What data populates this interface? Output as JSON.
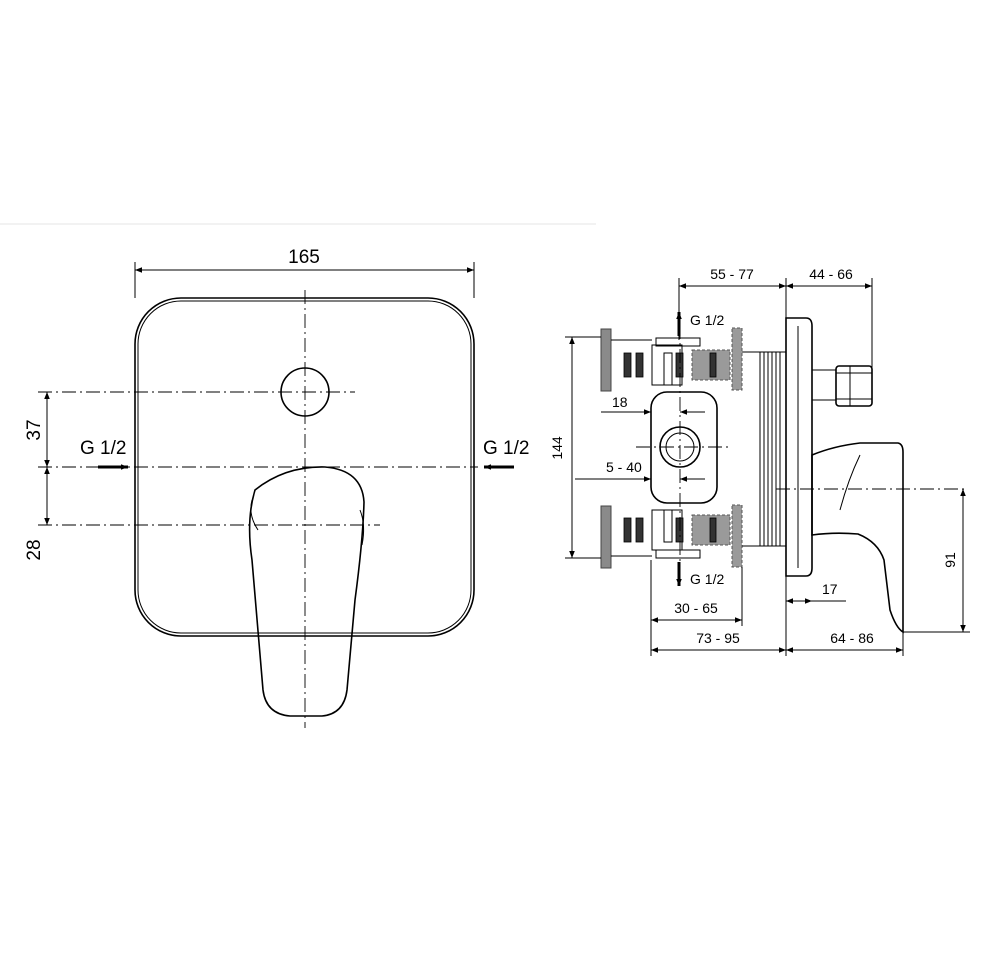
{
  "front_view": {
    "width_label": "165",
    "dim_upper_label": "37",
    "dim_lower_label": "28",
    "inlet_left_label": "G 1/2",
    "inlet_right_label": "G 1/2"
  },
  "side_view": {
    "dim_top_left": "55 - 77",
    "dim_top_right": "44 - 66",
    "outlet_top_label": "G 1/2",
    "outlet_bottom_label": "G 1/2",
    "dim_height": "144",
    "dim_18": "18",
    "dim_5_40": "5 - 40",
    "dim_30_65": "30 - 65",
    "dim_73_95": "73 - 95",
    "dim_64_86": "64 - 86",
    "dim_17": "17",
    "dim_91": "91"
  }
}
